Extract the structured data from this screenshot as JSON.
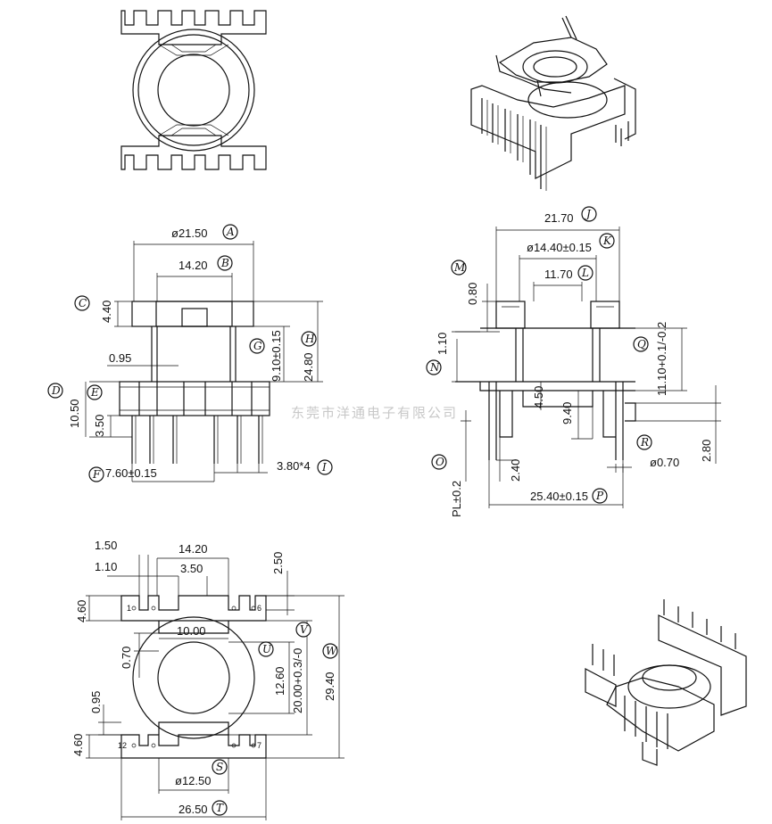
{
  "watermark": "东莞市洋通电子有限公司",
  "views": {
    "front_view": {
      "dims": {
        "A": "ø21.50",
        "B": "14.20",
        "C": "4.40",
        "D": "10.50",
        "E": "3.50",
        "F": "7.60±0.15",
        "G": "9.10±0.15",
        "H": "24.80",
        "I": "3.80*4",
        "gap": "0.95"
      }
    },
    "side_view": {
      "dims": {
        "J": "21.70",
        "K": "ø14.40±0.15",
        "L": "11.70",
        "M": "0.80",
        "N": "1.10",
        "O": "PL±0.2",
        "P": "25.40±0.15",
        "Q": "11.10+0.1/-0.2",
        "R": "ø0.70",
        "h450": "4.50",
        "h940": "9.40",
        "h240": "2.40",
        "h280": "2.80"
      }
    },
    "bottom_view": {
      "dims": {
        "w150": "1.50",
        "w110": "1.10",
        "w1420": "14.20",
        "w350": "3.50",
        "h250": "2.50",
        "h460a": "4.60",
        "w1000": "10.00",
        "h070": "0.70",
        "U": "12.60",
        "V": "20.00+0.3/-0",
        "W": "29.40",
        "h095": "0.95",
        "h460b": "4.60",
        "S": "ø12.50",
        "T": "26.50"
      },
      "pins": {
        "p1": "1",
        "p6": "6",
        "p7": "7",
        "p12": "12"
      }
    }
  },
  "tags": [
    "A",
    "B",
    "C",
    "D",
    "E",
    "F",
    "G",
    "H",
    "I",
    "J",
    "K",
    "L",
    "M",
    "N",
    "O",
    "P",
    "Q",
    "R",
    "S",
    "T",
    "U",
    "V",
    "W"
  ]
}
